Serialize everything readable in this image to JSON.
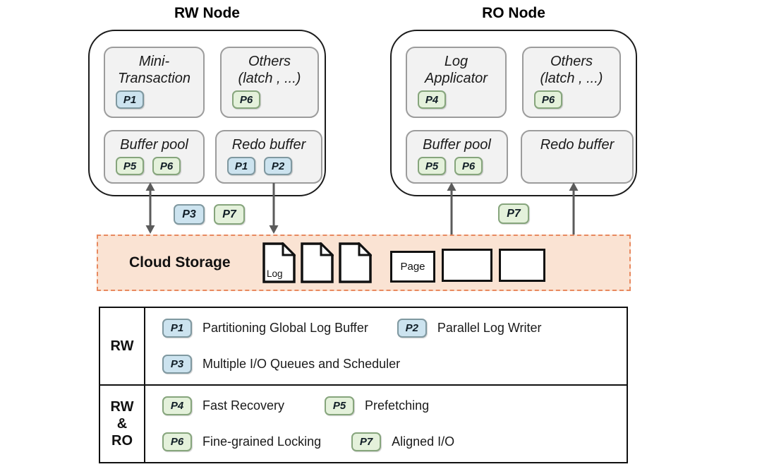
{
  "colors": {
    "badge_blue_fill": "#cce3ef",
    "badge_blue_border": "#7f98a0",
    "badge_green_fill": "#e4f1db",
    "badge_green_border": "#86a57c",
    "cloud_fill": "#fae3d3",
    "cloud_border": "#e8895f",
    "arrow": "#5b5b5b",
    "box_fill": "#f2f2f2"
  },
  "badges": {
    "p1": {
      "label": "P1",
      "color": "blue"
    },
    "p2": {
      "label": "P2",
      "color": "blue"
    },
    "p3": {
      "label": "P3",
      "color": "blue"
    },
    "p4": {
      "label": "P4",
      "color": "green"
    },
    "p5": {
      "label": "P5",
      "color": "green"
    },
    "p6": {
      "label": "P6",
      "color": "green"
    },
    "p7": {
      "label": "P7",
      "color": "green"
    }
  },
  "rw_node": {
    "title": "RW Node",
    "boxes": {
      "mini_transaction": {
        "lines": [
          "Mini-",
          "Transaction"
        ],
        "badges": [
          "P1"
        ]
      },
      "others": {
        "lines": [
          "Others",
          "(latch , ...)"
        ],
        "badges": [
          "P6"
        ]
      },
      "buffer_pool": {
        "lines": [
          "Buffer pool"
        ],
        "badges": [
          "P5",
          "P6"
        ]
      },
      "redo_buffer": {
        "lines": [
          "Redo buffer"
        ],
        "badges": [
          "P1",
          "P2"
        ]
      }
    }
  },
  "ro_node": {
    "title": "RO Node",
    "boxes": {
      "log_applicator": {
        "lines": [
          "Log",
          "Applicator"
        ],
        "badges": [
          "P4"
        ]
      },
      "others": {
        "lines": [
          "Others",
          "(latch , ...)"
        ],
        "badges": [
          "P6"
        ]
      },
      "buffer_pool": {
        "lines": [
          "Buffer pool"
        ],
        "badges": [
          "P5",
          "P6"
        ]
      },
      "redo_buffer": {
        "lines": [
          "Redo buffer"
        ],
        "badges": []
      }
    }
  },
  "connector_badges": {
    "rw_p3": "P3",
    "rw_p7": "P7",
    "ro_p7": "P7"
  },
  "cloud_storage": {
    "label": "Cloud Storage",
    "log_label": "Log",
    "page_label": "Page"
  },
  "legend": {
    "rows": [
      {
        "label": "RW",
        "items": [
          {
            "badge": "P1",
            "text": "Partitioning Global Log Buffer"
          },
          {
            "badge": "P2",
            "text": "Parallel Log Writer"
          },
          {
            "badge": "P3",
            "text": "Multiple I/O Queues and Scheduler"
          }
        ]
      },
      {
        "label_lines": [
          "RW",
          "&",
          "RO"
        ],
        "items": [
          {
            "badge": "P4",
            "text": "Fast Recovery"
          },
          {
            "badge": "P5",
            "text": "Prefetching"
          },
          {
            "badge": "P6",
            "text": "Fine-grained Locking"
          },
          {
            "badge": "P7",
            "text": "Aligned I/O"
          }
        ]
      }
    ]
  }
}
